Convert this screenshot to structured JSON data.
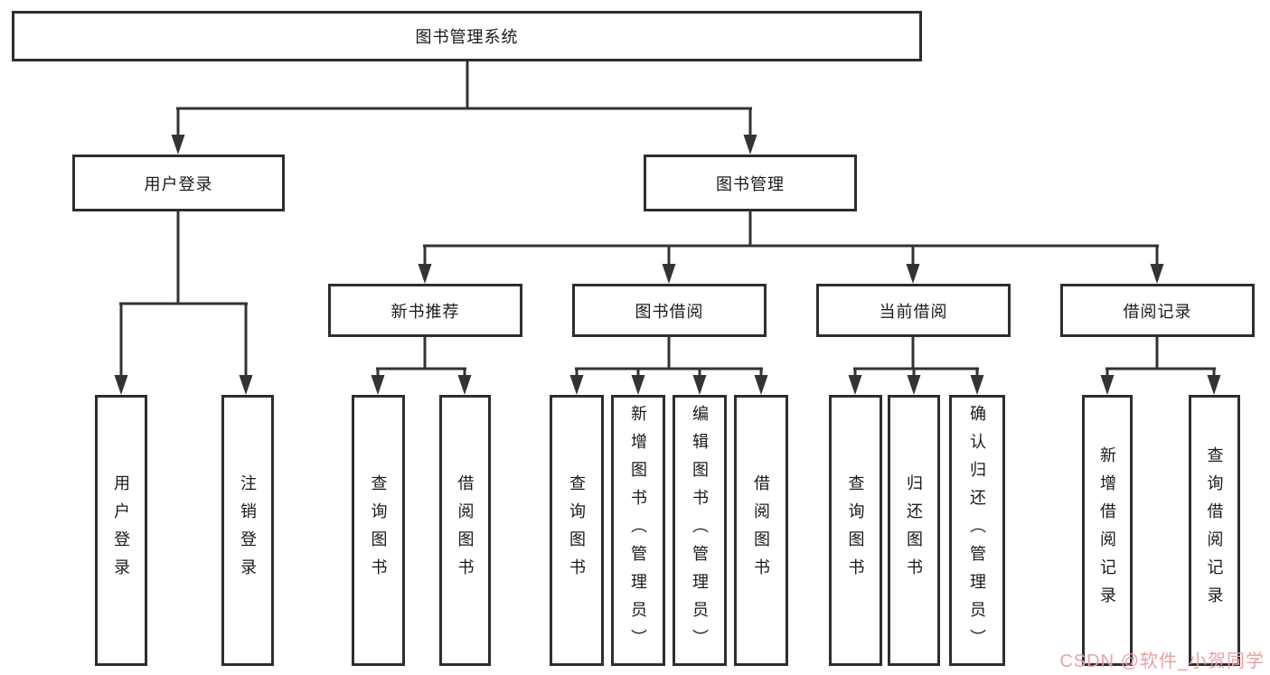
{
  "tree": {
    "root": {
      "label": "图书管理系统"
    },
    "user_login": {
      "label": "用户登录",
      "children": [
        "用户登录",
        "注销登录"
      ]
    },
    "book_management": {
      "label": "图书管理"
    },
    "new_book_recommend": {
      "label": "新书推荐",
      "children": [
        "查询图书",
        "借阅图书"
      ]
    },
    "book_borrowing": {
      "label": "图书借阅",
      "children": [
        "查询图书",
        "新增图书（管理员）",
        "编辑图书（管理员）",
        "借阅图书"
      ]
    },
    "current_borrowing": {
      "label": "当前借阅",
      "children": [
        "查询图书",
        "归还图书",
        "确认归还（管理员）"
      ]
    },
    "borrowing_records": {
      "label": "借阅记录",
      "children": [
        "新增借阅记录",
        "查询借阅记录"
      ]
    }
  },
  "watermark": {
    "text": "CSDN @软件_小贺同学"
  },
  "colors": {
    "line": "#333333",
    "box_border": "#2e2e2e",
    "text": "#1a1a1a",
    "watermark": "#e9a2a2",
    "background": "#ffffff"
  }
}
